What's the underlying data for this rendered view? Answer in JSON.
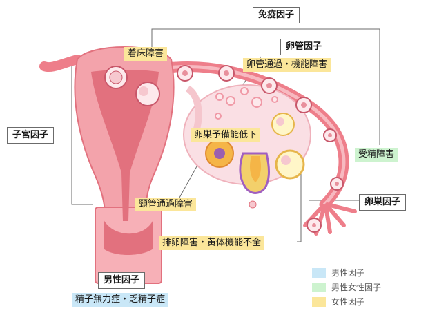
{
  "labels": {
    "immune_factor": "免疫因子",
    "tubal_factor": "卵管因子",
    "uterine_factor": "子宮因子",
    "ovarian_factor": "卵巣因子",
    "male_factor": "男性因子",
    "implantation_disorder": "着床障害",
    "tubal_passage": "卵管通過・機能障害",
    "ovarian_reserve": "卵巣予備能低下",
    "fertilization_disorder": "受精障害",
    "cervical_passage": "頸管通過障害",
    "ovulation_disorder": "排卵障害・黄体機能不全",
    "sperm_disorder": "精子無力症・乏精子症"
  },
  "legend": [
    {
      "label": "男性因子",
      "color": "#c9e7f7"
    },
    {
      "label": "男性女性因子",
      "color": "#cdf3cf"
    },
    {
      "label": "女性因子",
      "color": "#fbe69a"
    }
  ],
  "colors": {
    "female_factor": "#fbe69a",
    "both_factor": "#cdf3cf",
    "male_factor": "#c9e7f7",
    "uterus_pink": "#f3a3ab",
    "uterus_dark": "#e2717e",
    "ovary": "#fadfe4",
    "leader_line": "#6b6b6b"
  }
}
